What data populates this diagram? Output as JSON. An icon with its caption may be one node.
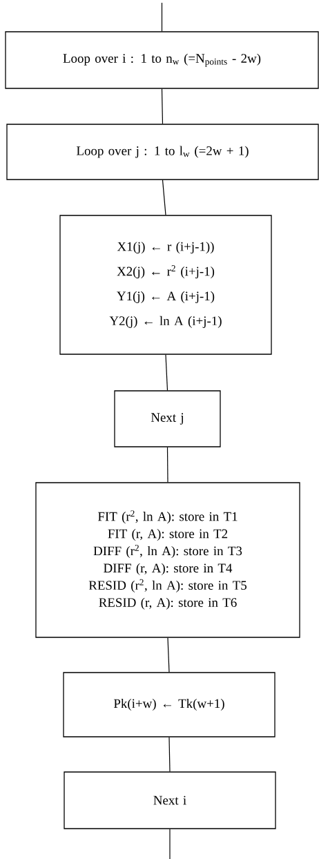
{
  "diagram": {
    "nodes": [
      {
        "text": [
          "Loop over i : 1 to n$_{w}$ (=N$_{points}$ - 2w)"
        ]
      },
      {
        "text": [
          "Loop over j : 1 to l$_{w}$ (=2w + 1)"
        ]
      },
      {
        "text": [
          "X1(j) ← r (i+j-1))",
          "X2(j) ← r$^{2}$ (i+j-1)",
          "Y1(j) ← A (i+j-1)",
          "Y2(j) ← ln A (i+j-1)"
        ]
      },
      {
        "text": [
          "Next j"
        ]
      },
      {
        "text": [
          "FIT (r$^{2}$, ln A): store in T1",
          "FIT (r, A): store in T2",
          "DIFF (r$^{2}$, ln A): store in T3",
          "DIFF (r, A): store in T4",
          "RESID (r$^{2}$, ln A): store in T5",
          "RESID (r, A): store in T6"
        ]
      },
      {
        "text": [
          "Pk(i+w) ← Tk(w+1)"
        ]
      },
      {
        "text": [
          "Next i"
        ]
      }
    ],
    "edges": [
      {
        "from": null,
        "to": 0,
        "arrow": "none"
      },
      {
        "from": 0,
        "to": 1,
        "arrow": "none"
      },
      {
        "from": 1,
        "to": 2,
        "arrow": "none"
      },
      {
        "from": 2,
        "to": 3,
        "arrow": "none"
      },
      {
        "from": 3,
        "to": 4,
        "arrow": "none"
      },
      {
        "from": 4,
        "to": 5,
        "arrow": "none"
      },
      {
        "from": 5,
        "to": 6,
        "arrow": "none"
      },
      {
        "from": 6,
        "to": null,
        "arrow": "none"
      }
    ]
  }
}
